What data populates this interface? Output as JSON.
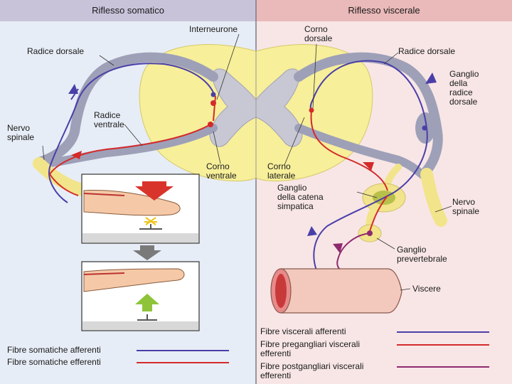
{
  "headers": {
    "left": "Riflesso somatico",
    "right": "Riflesso viscerale"
  },
  "labels": {
    "interneurone": "Interneurone",
    "corno_dorsale": "Corno\ndorsale",
    "radice_dorsale_left": "Radice dorsale",
    "radice_dorsale_right": "Radice dorsale",
    "ganglio_radice_dorsale": "Ganglio\ndella\nradice\ndorsale",
    "radice_ventrale": "Radice\nventrale",
    "nervo_spinale_left": "Nervo\nspinale",
    "corno_ventrale": "Corno\nventrale",
    "corno_laterale": "Corno\nlaterale",
    "ganglio_catena": "Ganglio\ndella catena\nsimpatica",
    "nervo_spinale_right": "Nervo\nspinale",
    "ganglio_prevertebrale": "Ganglio\nprevertebrale",
    "viscere": "Viscere"
  },
  "legend_left": [
    {
      "label": "Fibre somatiche afferenti",
      "color": "#4a3fa8"
    },
    {
      "label": "Fibre somatiche efferenti",
      "color": "#d42a2a"
    }
  ],
  "legend_right": [
    {
      "label": "Fibre viscerali afferenti",
      "color": "#4a3fa8"
    },
    {
      "label": "Fibre pregangliari viscerali\nefferenti",
      "color": "#d42a2a"
    },
    {
      "label": "Fibre postgangliari viscerali\nefferenti",
      "color": "#8e2a6e"
    }
  ],
  "colors": {
    "header_left": "#c9c3da",
    "header_right": "#eab9b9",
    "panel_left": "#e7edf6",
    "panel_right": "#f8e6e6",
    "spinal_yellow": "#f7ef9a",
    "grey_matter": "#c8c8d4",
    "afferent": "#4a3fa8",
    "efferent": "#d42a2a",
    "postganglionic": "#8e2a6e",
    "viscera": "#f4c9bd"
  }
}
